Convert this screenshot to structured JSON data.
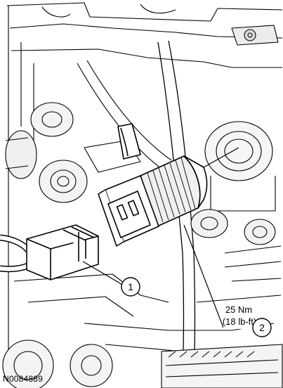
{
  "figure_id": "N0084889",
  "callouts": [
    {
      "number": "1"
    },
    {
      "number": "2"
    }
  ],
  "torque": {
    "metric": "25 Nm",
    "imperial": "(18 lb-ft)"
  }
}
